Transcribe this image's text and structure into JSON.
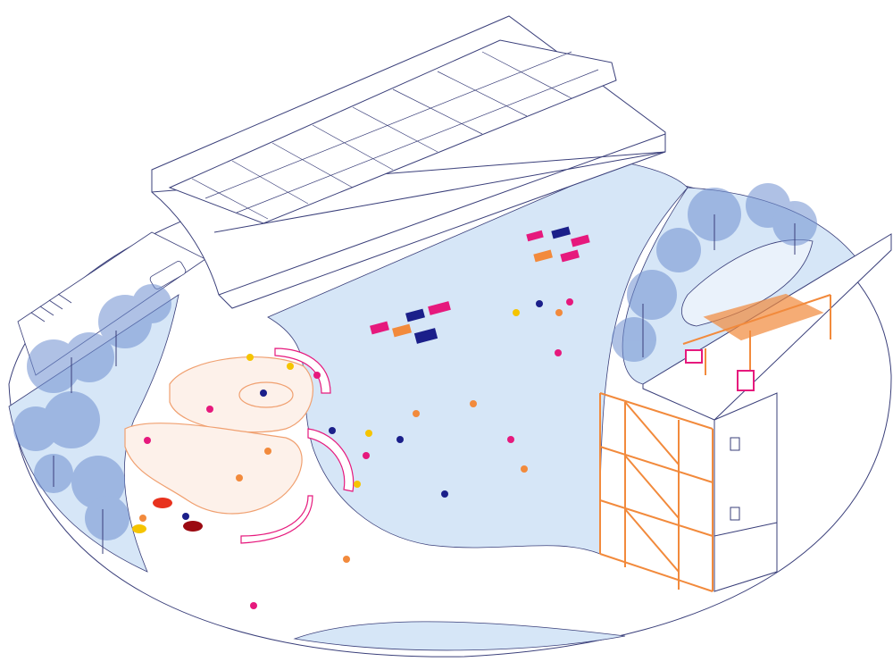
{
  "colors": {
    "outline": "#3a3f7a",
    "ground_blue": "#d6e6f7",
    "tree_blue": "#6f8fd0",
    "skate_orange": "#f0a070",
    "scaffold_orange": "#f28a3c",
    "magenta": "#e6197d",
    "yellow": "#f5c400",
    "navy": "#1b1f8a",
    "red": "#e8321e",
    "dark_red": "#9b0a12"
  },
  "scene": {
    "elements": [
      "elevated-highway",
      "plaza",
      "skate-park",
      "scaffold-building",
      "tree-groves",
      "picnic-blankets",
      "people"
    ]
  }
}
